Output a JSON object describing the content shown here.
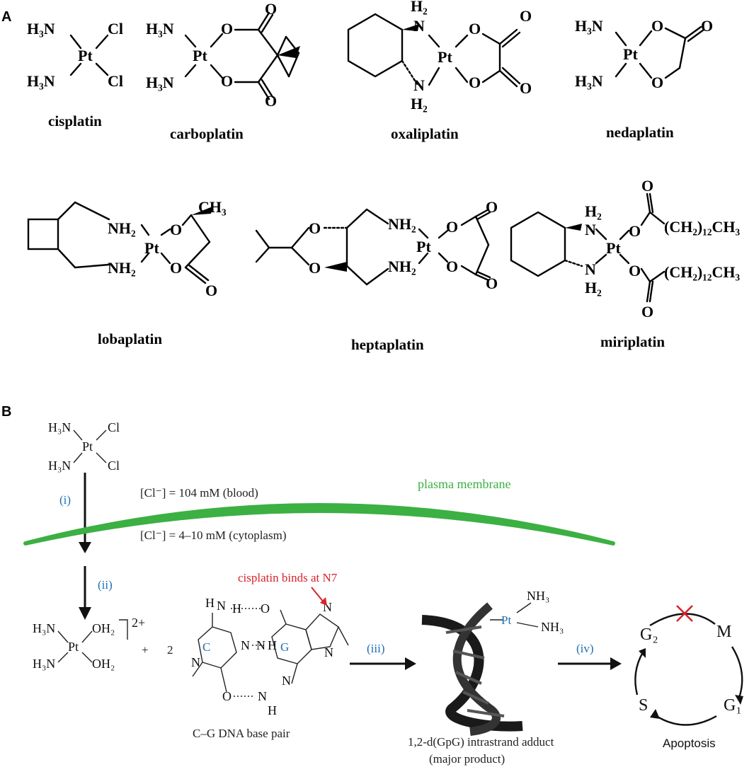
{
  "panel_a": {
    "label": "A",
    "drugs": [
      {
        "name": "cisplatin"
      },
      {
        "name": "carboplatin"
      },
      {
        "name": "oxaliplatin"
      },
      {
        "name": "nedaplatin"
      },
      {
        "name": "lobaplatin"
      },
      {
        "name": "heptaplatin"
      },
      {
        "name": "miriplatin"
      }
    ],
    "atoms": {
      "h3n": "H₃N",
      "nh2": "NH₂",
      "n": "N",
      "h2": "H₂",
      "pt": "Pt",
      "cl": "Cl",
      "o": "O",
      "ch3": "CH₃",
      "chain": "(CH₂)₁₂CH₃"
    }
  },
  "panel_b": {
    "label": "B",
    "step_i": "(i)",
    "step_ii": "(ii)",
    "step_iii": "(iii)",
    "step_iv": "(iv)",
    "blood_cl": "[Cl⁻] = 104 mM (blood)",
    "cyto_cl": "[Cl⁻] = 4–10 mM (cytoplasm)",
    "membrane": "plasma membrane",
    "charge": "2+",
    "plus": "+",
    "coef": "2",
    "aqua_ligand": "OH₂",
    "nh3": "NH₃",
    "n7_note": "cisplatin binds at N7",
    "base_c": "C",
    "base_g": "G",
    "base_pair_caption": "C–G DNA base pair",
    "adduct_caption_1": "1,2-d(GpG) intrastrand adduct",
    "adduct_caption_2": "(major product)",
    "cycle": {
      "g2": "G₂",
      "m": "M",
      "g1": "G₁",
      "s": "S"
    },
    "apoptosis": "Apoptosis"
  },
  "colors": {
    "membrane_green": "#3cb043",
    "step_blue": "#1f6fb2",
    "highlight_red": "#d8232a"
  }
}
